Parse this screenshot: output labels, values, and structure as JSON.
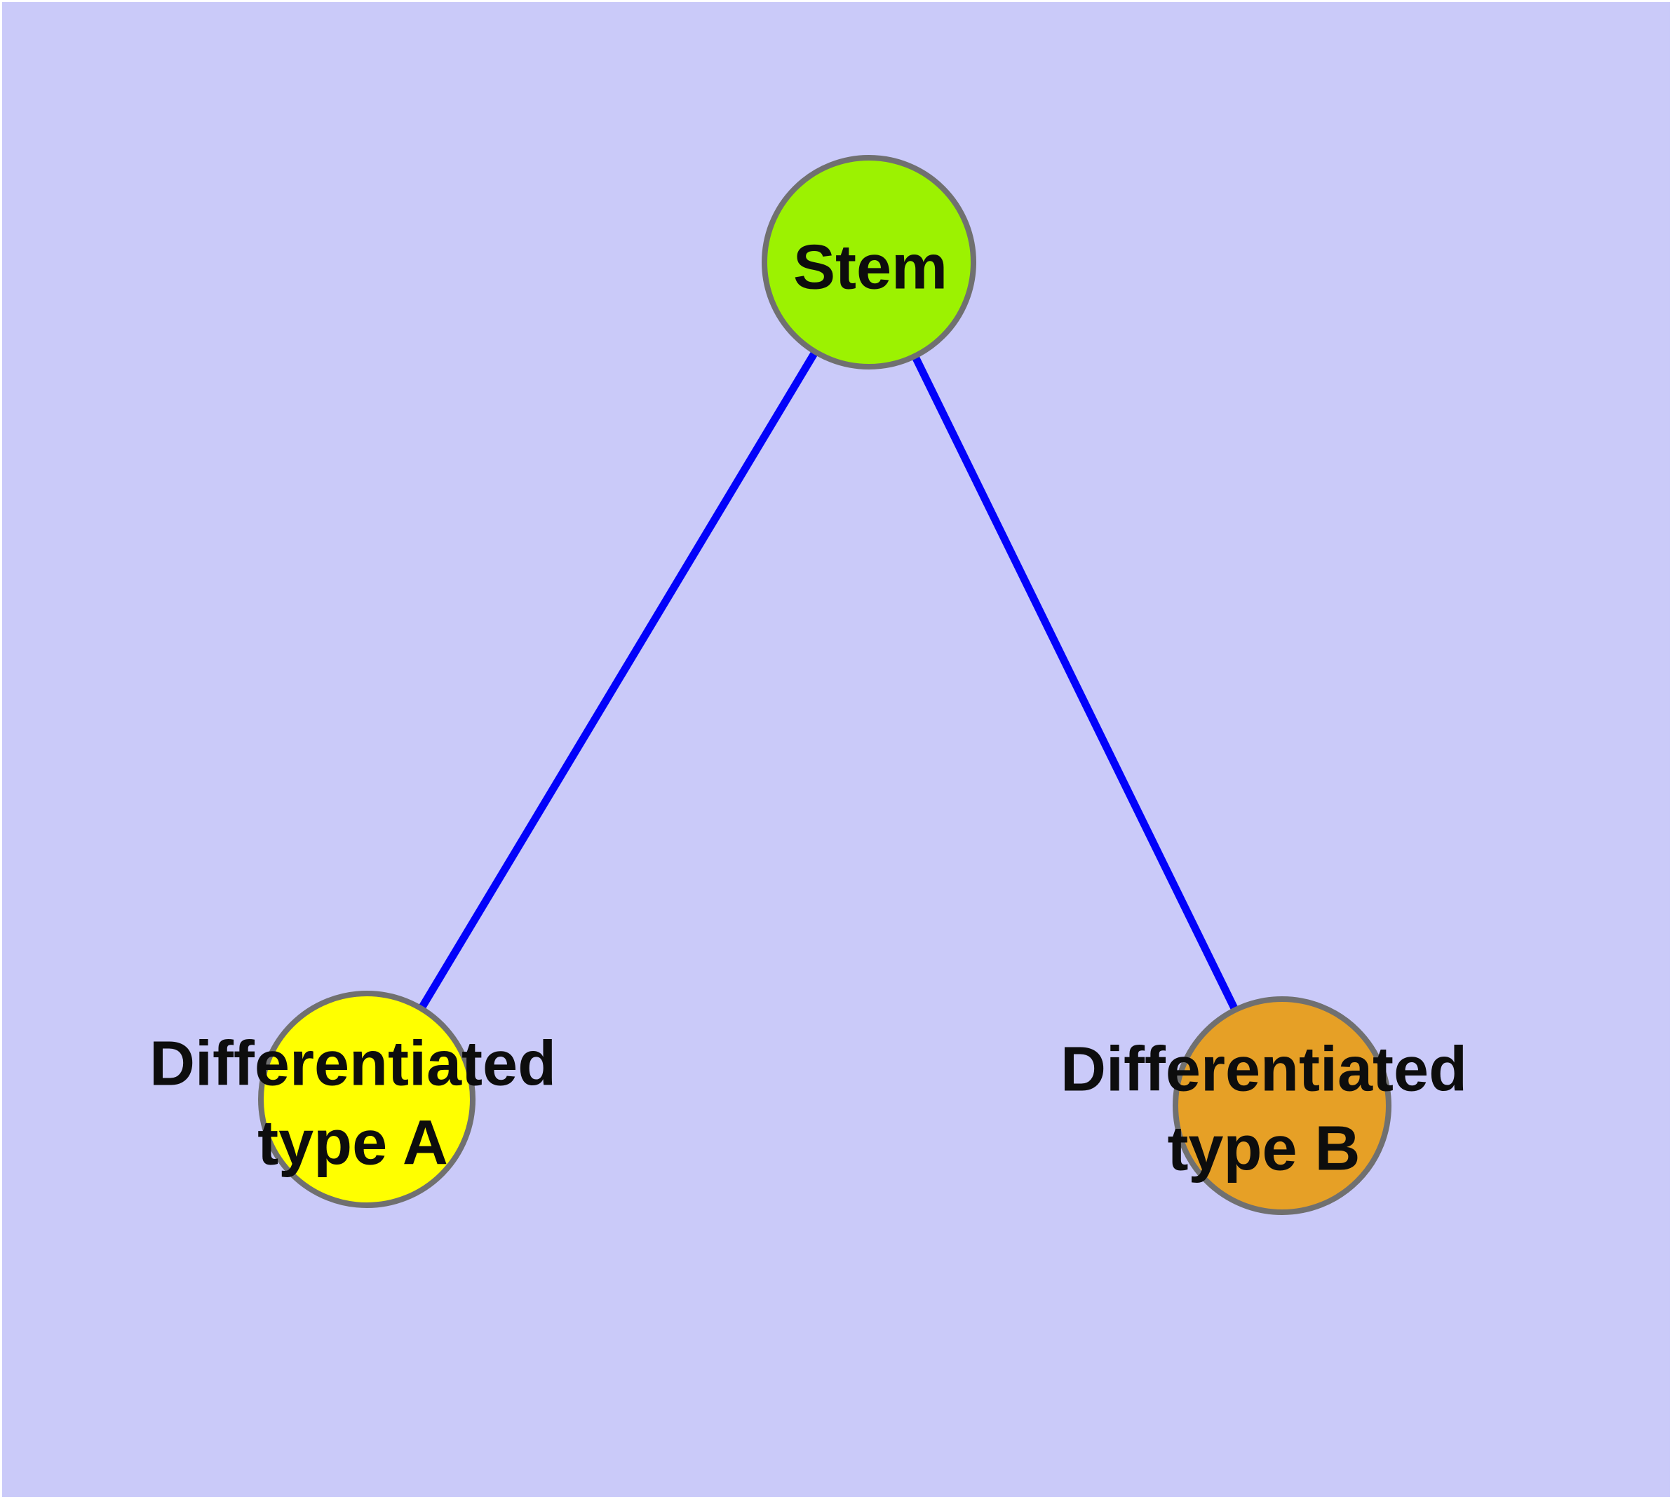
{
  "diagram": {
    "style": {
      "background_color": "#cacaf9",
      "frame_color": "#ffffff",
      "edge_color": "#0202fa",
      "node_border_color": "#707070",
      "label_color": "#0d0d0d"
    },
    "nodes": [
      {
        "id": "stem",
        "label": "Stem",
        "color": "#9cf201"
      },
      {
        "id": "differentiated-type-a",
        "label": "Differentiated\ntype A",
        "color": "#ffff00"
      },
      {
        "id": "differentiated-type-b",
        "label": "Differentiated\ntype B",
        "color": "#e6a026"
      }
    ],
    "edges": [
      {
        "from": "stem",
        "to": "differentiated-type-a"
      },
      {
        "from": "stem",
        "to": "differentiated-type-b"
      }
    ]
  }
}
